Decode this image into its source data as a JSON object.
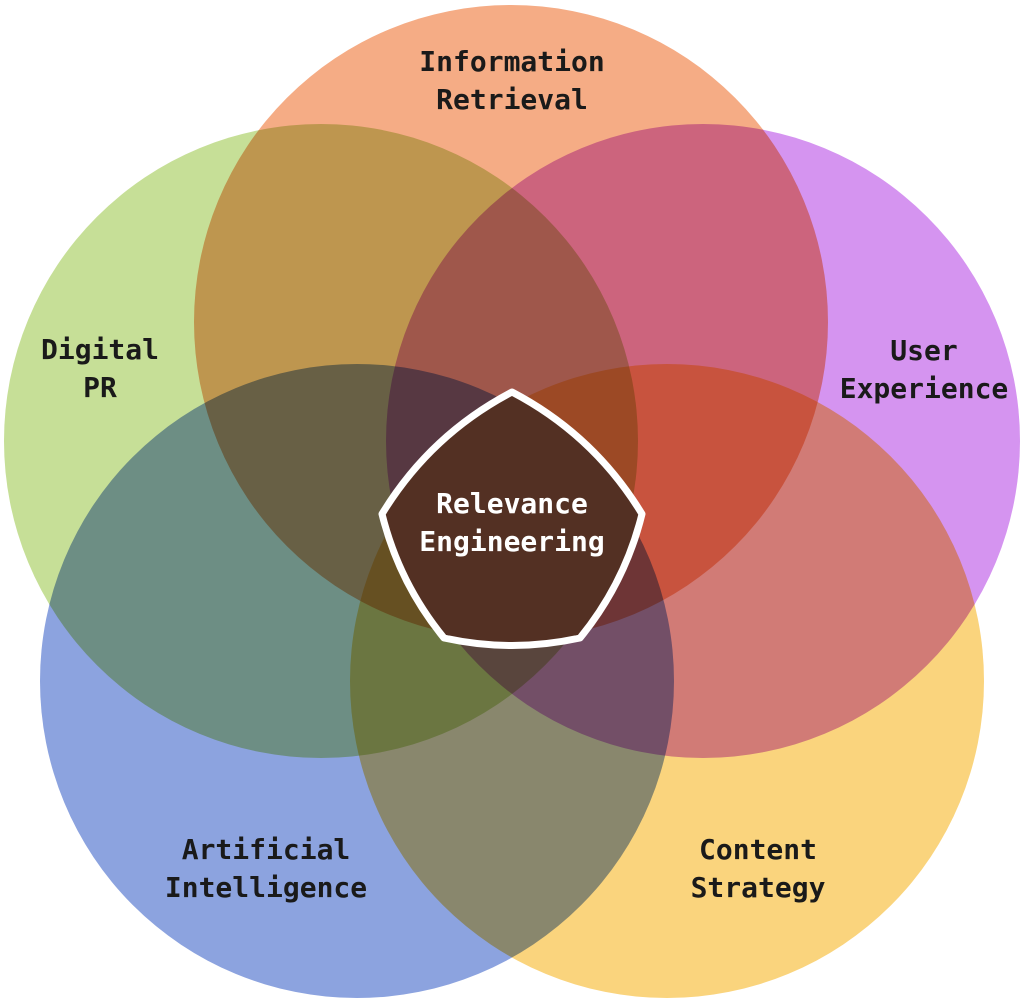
{
  "theme": {
    "background": "#FFFFFF",
    "label_text_color": "#1A1A1A",
    "center_text_color": "#FFFFFF"
  },
  "diagram": {
    "type": "venn-5-circle-flower",
    "sets": [
      {
        "name": "Information Retrieval",
        "line1": "Information",
        "line2": "Retrieval",
        "color": "#F5AC85"
      },
      {
        "name": "Digital PR",
        "line1": "Digital",
        "line2": "PR",
        "color": "#C6DF97"
      },
      {
        "name": "User Experience",
        "line1": "User",
        "line2": "Experience",
        "color": "#D594F0"
      },
      {
        "name": "Artificial Intelligence",
        "line1": "Artificial",
        "line2": "Intelligence",
        "color": "#8CA3DF"
      },
      {
        "name": "Content Strategy",
        "line1": "Content",
        "line2": "Strategy",
        "color": "#FAD47D"
      }
    ],
    "center": {
      "name": "Relevance Engineering",
      "line1": "Relevance",
      "line2": "Engineering",
      "fill_color": "#533023",
      "stroke_color": "#FFFFFF"
    }
  }
}
